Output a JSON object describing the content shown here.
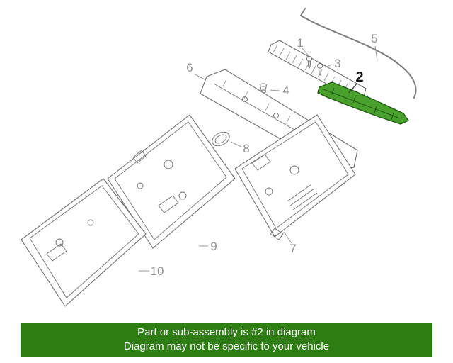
{
  "diagram": {
    "highlight_color": "#4aa02c",
    "line_color": "#6f6f6f",
    "highlighted_part_label": "2",
    "callouts": [
      {
        "label": "1"
      },
      {
        "label": "2"
      },
      {
        "label": "3"
      },
      {
        "label": "4"
      },
      {
        "label": "5"
      },
      {
        "label": "6"
      },
      {
        "label": "7"
      },
      {
        "label": "8"
      },
      {
        "label": "9"
      },
      {
        "label": "10"
      }
    ]
  },
  "banner": {
    "line1": "Part or sub-assembly is #2 in diagram",
    "line2": "Diagram may not be specific to your vehicle",
    "background": "#2e7d13",
    "text_color": "#ffffff"
  }
}
